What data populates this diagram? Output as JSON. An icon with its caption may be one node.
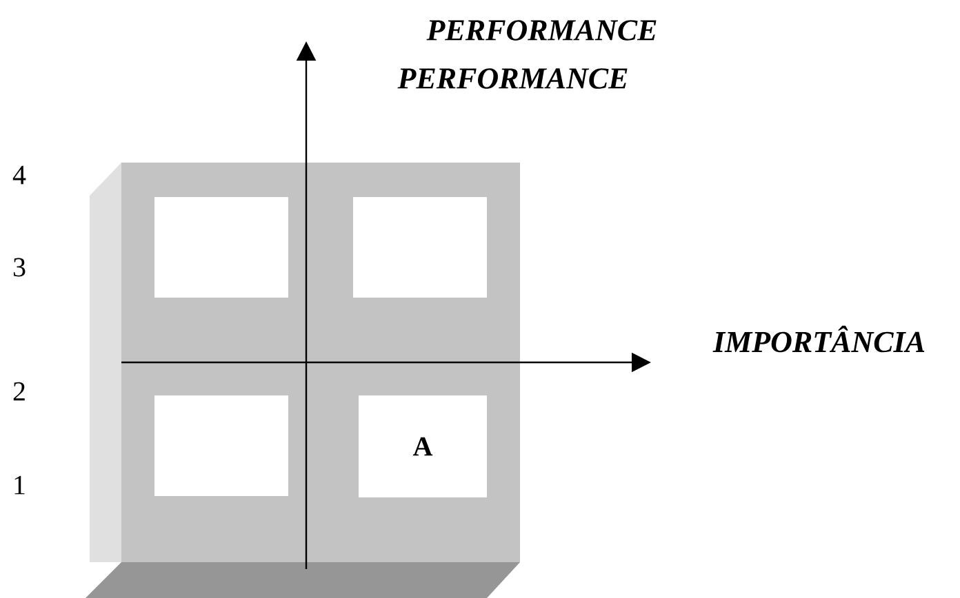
{
  "diagram": {
    "nodes": [
      {
        "text": [],
        "shape": "box"
      },
      {
        "text": [],
        "shape": "box",
        "in": 0
      },
      {
        "text": [],
        "shape": "box",
        "in": 0
      },
      {
        "text": [],
        "shape": "box",
        "in": 0
      },
      {
        "text": [
          "A"
        ],
        "in": 0
      }
    ],
    "labels": [
      "PERFORMANCE",
      "PERFORMANCE",
      "4",
      "3",
      "2",
      "1",
      "IMPORTÂNCIA"
    ]
  }
}
